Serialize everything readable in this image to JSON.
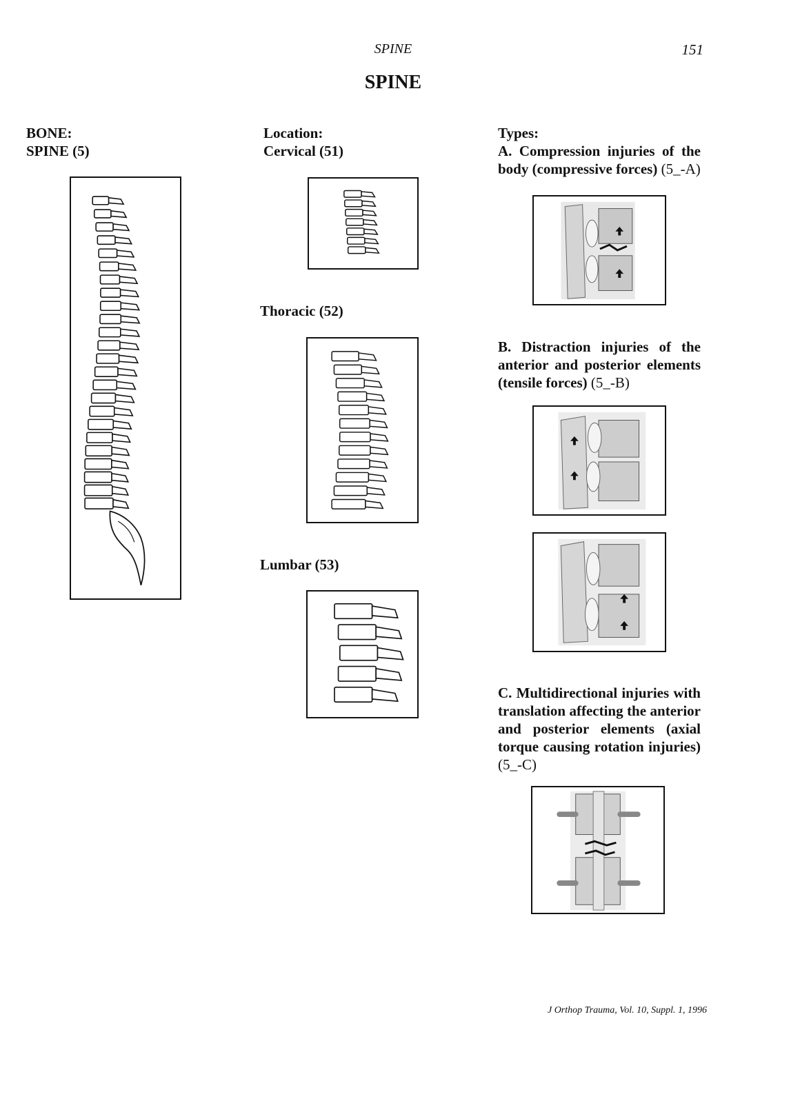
{
  "header": {
    "running_title": "SPINE",
    "page_number": "151"
  },
  "title": "SPINE",
  "bone": {
    "line1": "BONE:",
    "line2": "SPINE (5)"
  },
  "location": {
    "heading": "Location:",
    "cervical": "Cervical (51)",
    "thoracic": "Thoracic (52)",
    "lumbar": "Lumbar (53)"
  },
  "types": {
    "heading": "Types:",
    "a_bold": "A. Compression injuries of the body (compressive forces)",
    "a_code": " (5_-A)",
    "b_bold": "B. Distraction injuries of the anterior and posterior elements (tensile forces)",
    "b_code": " (5_-B)",
    "c_bold": "C. Multidirectional injuries with translation affecting the anterior and posterior elements (axial torque causing rotation injuries)",
    "c_code": " (5_-C)"
  },
  "footer": "J Orthop Trauma, Vol. 10, Suppl. 1, 1996"
}
